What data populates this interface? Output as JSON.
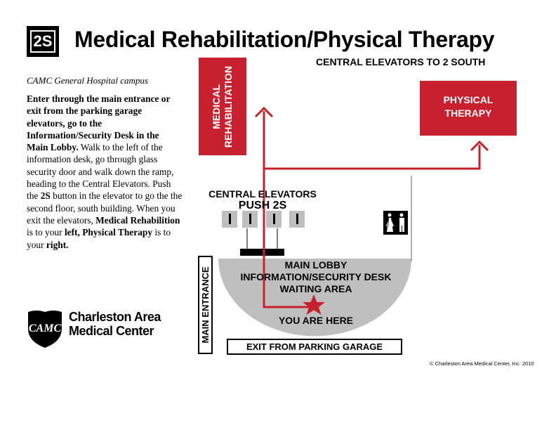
{
  "header": {
    "badge": "2S",
    "title": "Medical Rehabilitation/Physical Therapy",
    "subtitle": "CENTRAL ELEVATORS TO 2 SOUTH"
  },
  "sidebar": {
    "campus": "CAMC General Hospital campus",
    "directions": [
      {
        "text": "Enter through the main entrance or exit from the parking garage elevators, go to the Information/Security Desk in the Main Lobby.",
        "bold": true
      },
      {
        "text": " Walk to the left of the information desk, go through glass security door and walk down the ramp, heading to the Central Elevators. Push the ",
        "bold": false
      },
      {
        "text": "2S",
        "bold": true
      },
      {
        "text": " button in the elevator to go the the second floor, south building. When you exit the elevators, ",
        "bold": false
      },
      {
        "text": "Medical Rehabilition",
        "bold": true
      },
      {
        "text": " is to your ",
        "bold": false
      },
      {
        "text": "left, Physical Therapy",
        "bold": true
      },
      {
        "text": " is to your ",
        "bold": false
      },
      {
        "text": "right.",
        "bold": true
      }
    ],
    "logo": {
      "monogram": "CAMC",
      "line1": "Charleston Area",
      "line2": "Medical Center"
    }
  },
  "map": {
    "medical_rehab_line1": "MEDICAL",
    "medical_rehab_line2": "REHABILITATION",
    "physical_therapy_line1": "PHYSICAL",
    "physical_therapy_line2": "THERAPY",
    "central_elevators": "CENTRAL ELEVATORS",
    "push": "PUSH 2S",
    "main_lobby": "MAIN LOBBY",
    "info_desk": "INFORMATION/SECURITY DESK",
    "waiting_area": "WAITING AREA",
    "you_are_here": "YOU ARE HERE",
    "main_entrance": "MAIN ENTRANCE",
    "exit_garage": "EXIT FROM PARKING GARAGE",
    "restroom_icon": "restroom-icon",
    "colors": {
      "accent": "#c8202f",
      "lobby": "#bfbfbf",
      "elevator": "#bfbfbf"
    }
  },
  "footer": {
    "copyright": "© Charleston Area Medical Center, Inc. 2010"
  }
}
